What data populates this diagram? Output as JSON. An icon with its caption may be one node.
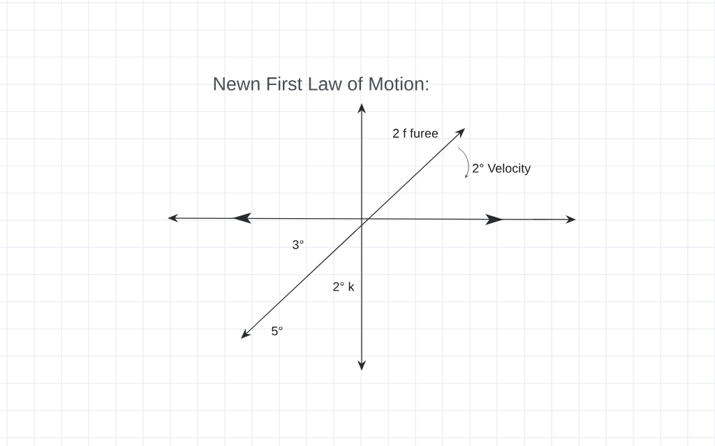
{
  "diagram": {
    "title": "Newn First Law  of Motion:",
    "labels": [
      "2 f furee",
      "2° Velocity",
      "3°",
      "2° k",
      "5°"
    ]
  }
}
